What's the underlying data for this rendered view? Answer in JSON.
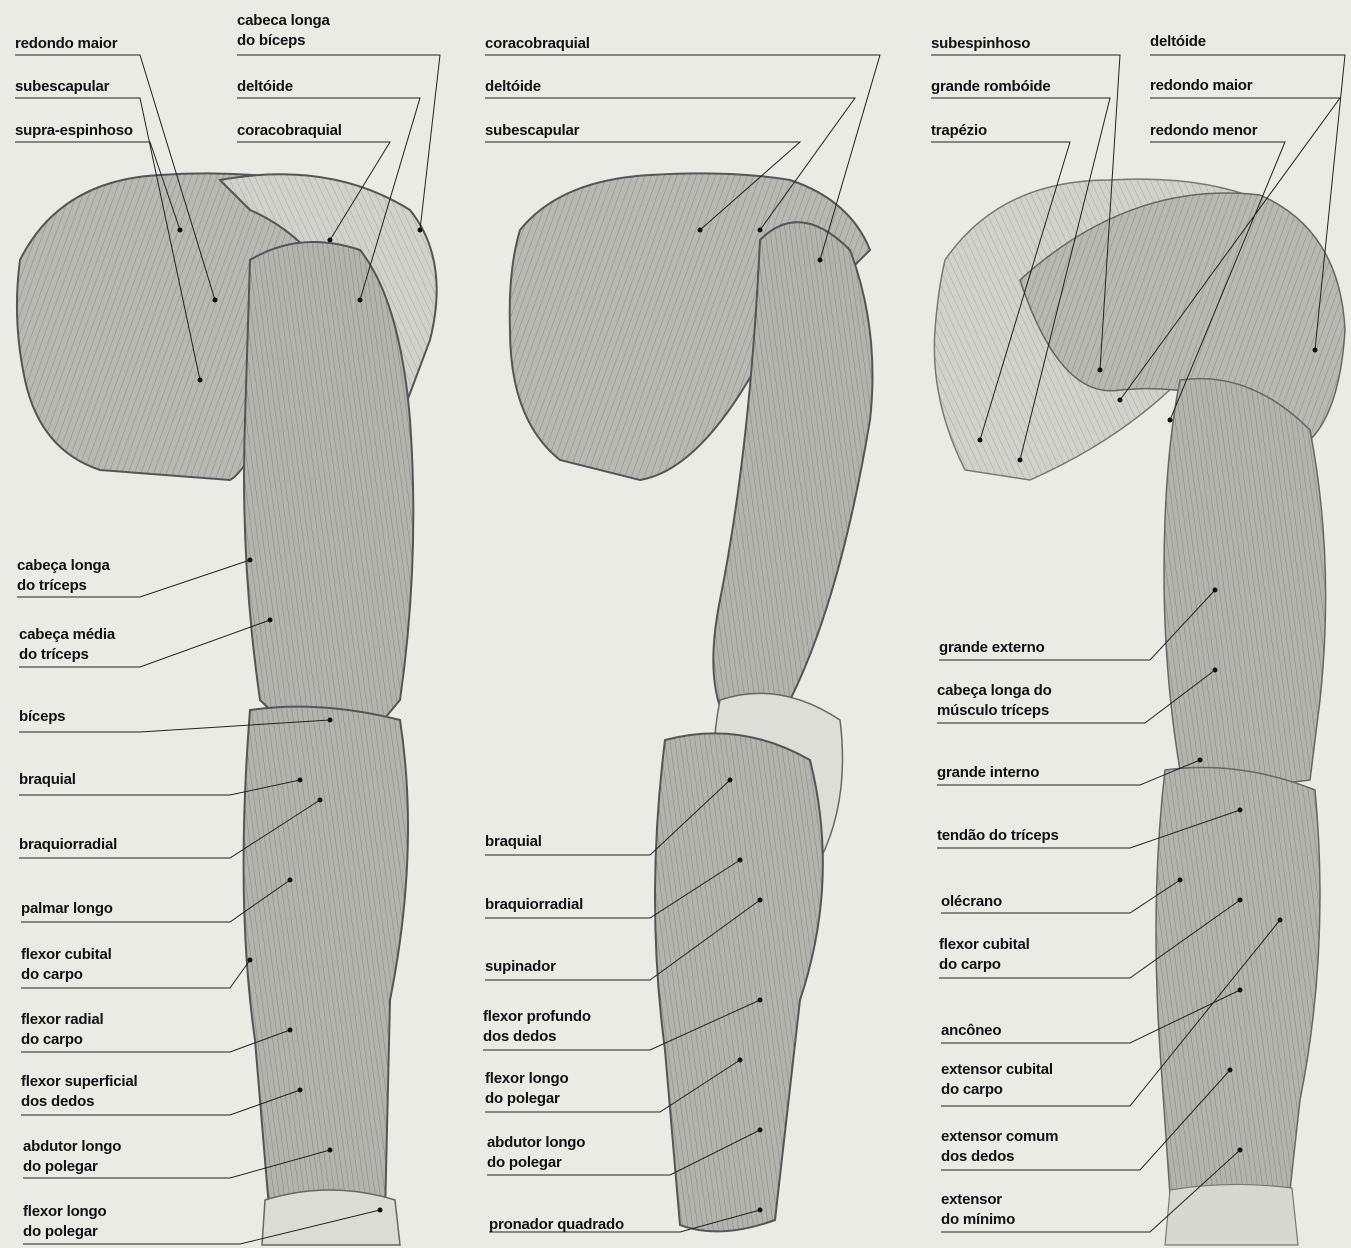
{
  "colors": {
    "paper": "#ebebe6",
    "ink": "#111111",
    "muscle_light": "#c9c9c4",
    "muscle_mid": "#a9a9a4",
    "muscle_dark": "#6f6f6c",
    "bone": "#e4e4df"
  },
  "figures": [
    {
      "id": "anterior-arm",
      "labels": [
        "redondo maior",
        "subescapular",
        "supra-espinhoso",
        "cabeca longa\ndo bíceps",
        "deltóide",
        "coracobraquial",
        "cabeça longa\ndo tríceps",
        "cabeça média\ndo tríceps",
        "bíceps",
        "braquial",
        "braquiorradial",
        "palmar longo",
        "flexor cubital\ndo carpo",
        "flexor radial\ndo carpo",
        "flexor superficial\ndos dedos",
        "abdutor longo\ndo polegar",
        "flexor longo\ndo polegar"
      ]
    },
    {
      "id": "deep-anterior-arm",
      "labels": [
        "coracobraquial",
        "deltóide",
        "subescapular",
        "braquial",
        "braquiorradial",
        "supinador",
        "flexor profundo\ndos dedos",
        "flexor longo\ndo polegar",
        "abdutor longo\ndo polegar",
        "pronador quadrado"
      ]
    },
    {
      "id": "posterior-arm",
      "labels": [
        "subespinhoso",
        "grande rombóide",
        "trapézio",
        "deltóide",
        "redondo maior",
        "redondo menor",
        "grande externo",
        "cabeça longa do\nmúsculo tríceps",
        "grande interno",
        "tendão do tríceps",
        "olécrano",
        "flexor cubital\ndo carpo",
        "ancôneo",
        "extensor cubital\ndo carpo",
        "extensor comum\ndos dedos",
        "extensor\ndo mínimo"
      ]
    }
  ]
}
